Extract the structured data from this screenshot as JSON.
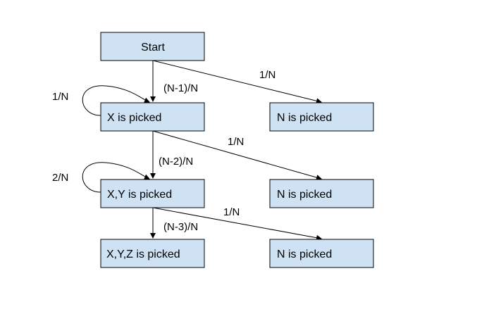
{
  "nodes": {
    "start": "Start",
    "x_picked": "X is picked",
    "n_picked_1": "N is picked",
    "xy_picked": "X,Y is picked",
    "n_picked_2": "N is picked",
    "xyz_picked": "X,Y,Z is picked",
    "n_picked_3": "N is picked"
  },
  "edges": {
    "start_to_x": "(N-1)/N",
    "start_to_n1": "1/N",
    "x_self_loop": "1/N",
    "x_to_xy": "(N-2)/N",
    "x_to_n2": "1/N",
    "xy_self_loop": "2/N",
    "xy_to_xyz": "(N-3)/N",
    "xy_to_n3": "1/N"
  },
  "colors": {
    "node_fill": "#cfe2f3",
    "stroke": "#000000"
  }
}
